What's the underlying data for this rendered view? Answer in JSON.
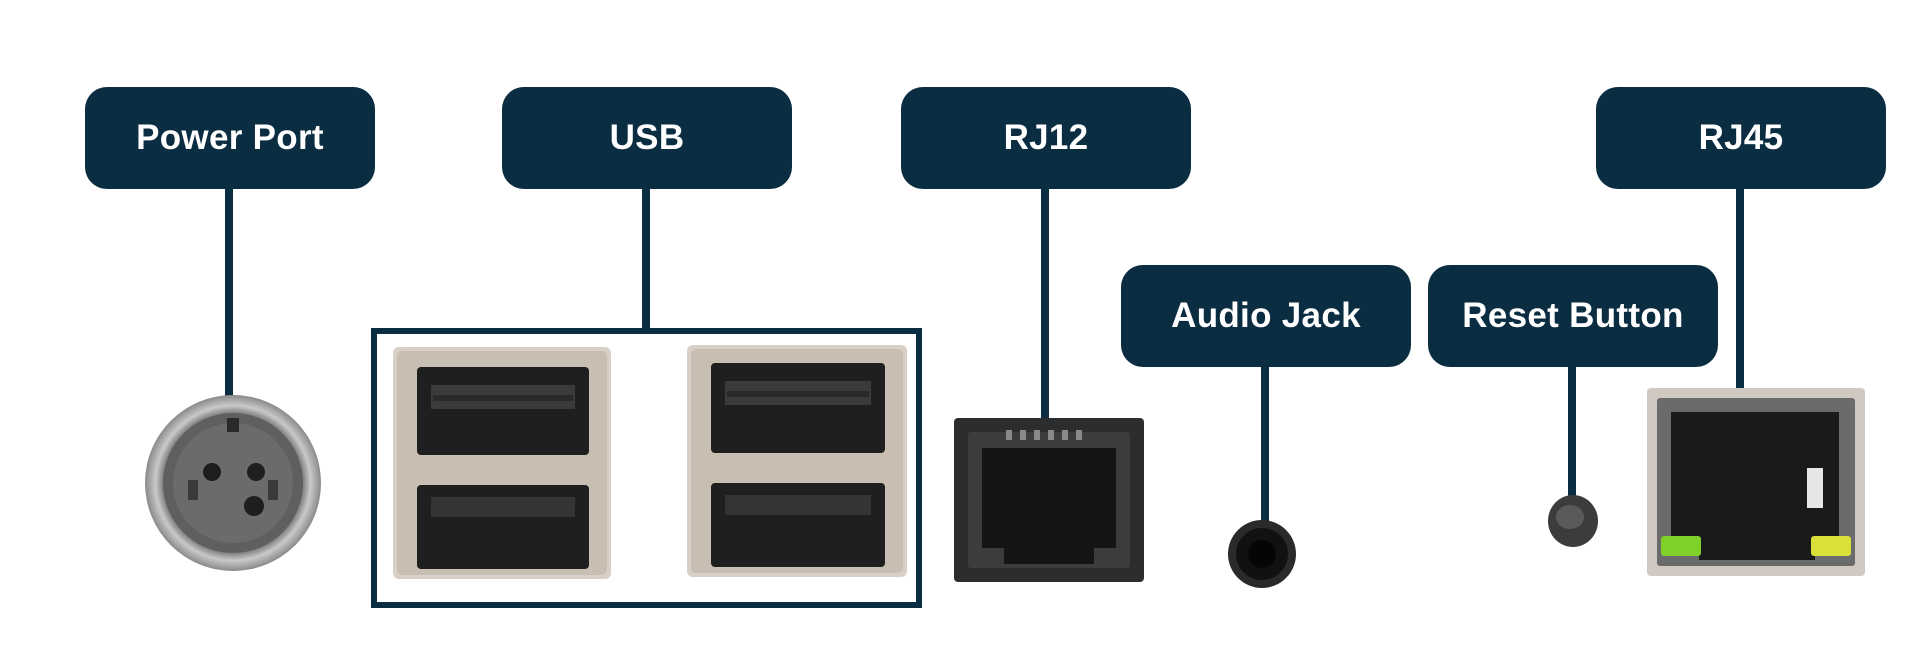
{
  "colors": {
    "callout_bg": "#0b2d42",
    "leader_line": "#0b2d42",
    "background": "#ffffff",
    "led_green": "#7fd12a",
    "led_yellow": "#d9e03a"
  },
  "labels": {
    "power_port": "Power Port",
    "usb": "USB",
    "rj12": "RJ12",
    "audio_jack": "Audio Jack",
    "reset_button": "Reset Button",
    "rj45": "RJ45"
  },
  "icons": {
    "power_port": "mini-din-connector-icon",
    "usb": "usb-a-port-icon",
    "rj12": "rj12-jack-icon",
    "audio_jack": "audio-jack-icon",
    "reset_button": "reset-button-icon",
    "rj45": "rj45-jack-icon"
  }
}
